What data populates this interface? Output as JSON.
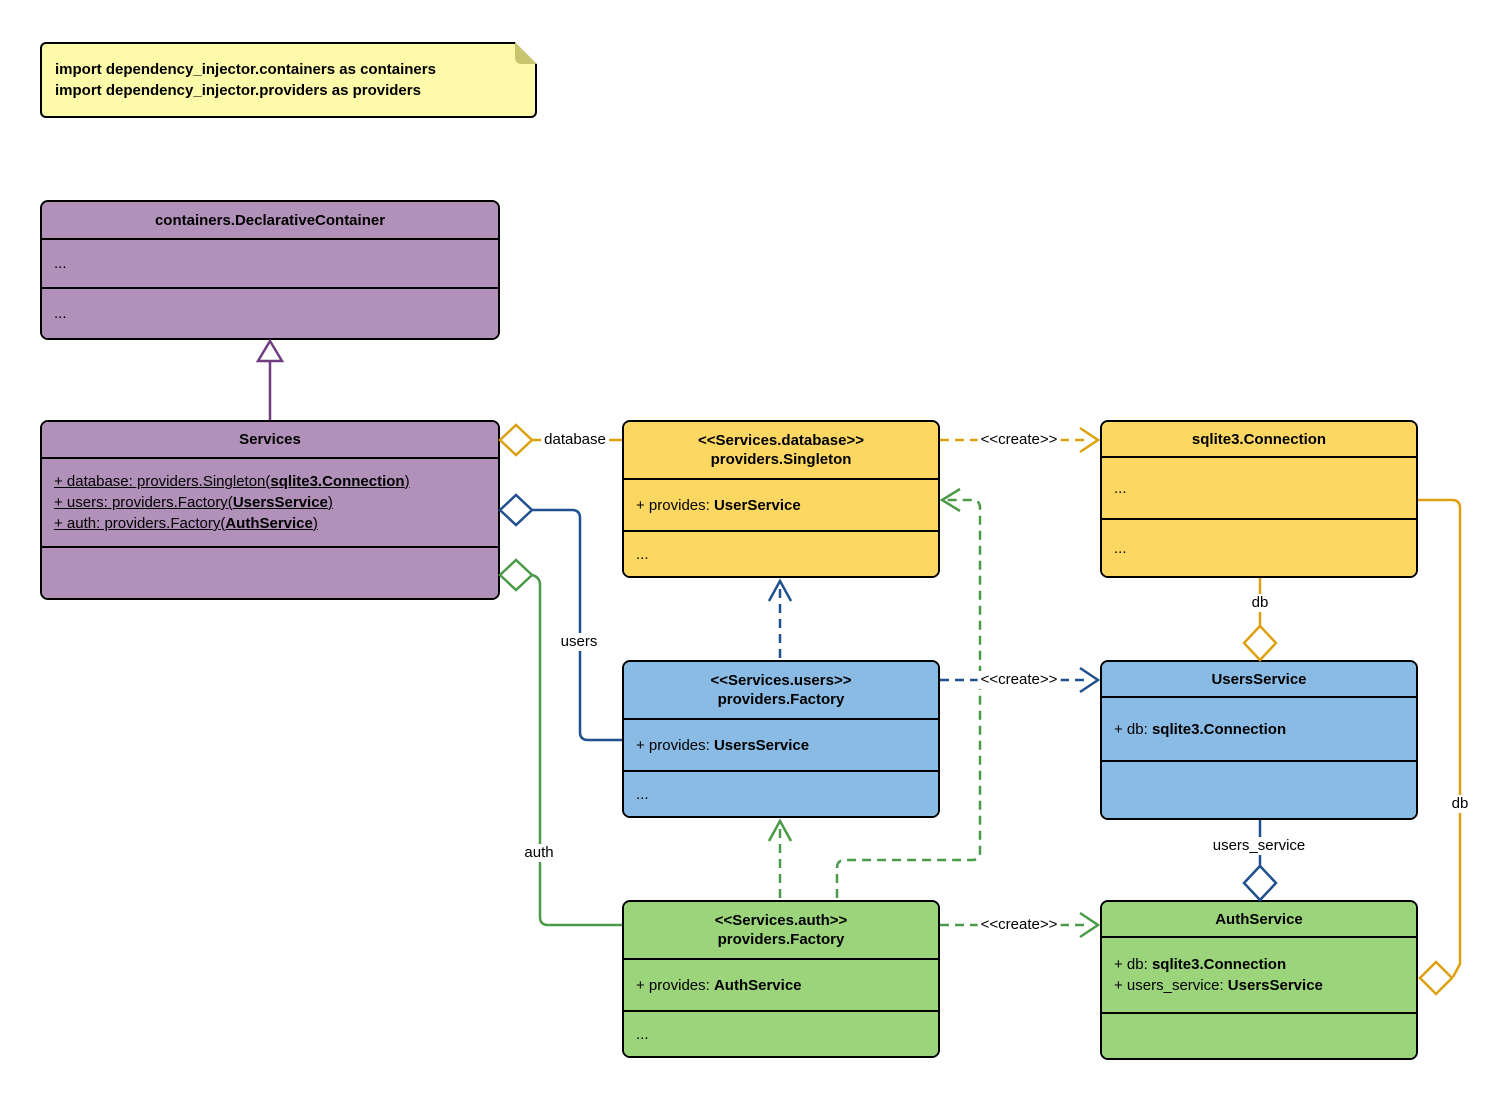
{
  "note": {
    "lines": [
      "import dependency_injector.containers as containers",
      "import dependency_injector.providers as providers"
    ]
  },
  "classes": {
    "declarative_container": {
      "title": "containers.DeclarativeContainer",
      "section1": "...",
      "section2": "..."
    },
    "services": {
      "title": "Services",
      "attributes": [
        [
          {
            "text": "+ database: providers.Singleton(",
            "bold": false
          },
          {
            "text": "sqlite3.Connection",
            "bold": true
          },
          {
            "text": ")",
            "bold": false
          }
        ],
        [
          {
            "text": "+ users: providers.Factory(",
            "bold": false
          },
          {
            "text": "UsersService",
            "bold": true
          },
          {
            "text": ")",
            "bold": false
          }
        ],
        [
          {
            "text": "+ auth: providers.Factory(",
            "bold": false
          },
          {
            "text": "AuthService",
            "bold": true
          },
          {
            "text": ")",
            "bold": false
          }
        ]
      ]
    },
    "singleton": {
      "stereotype": "<<Services.database>>",
      "name": "providers.Singleton",
      "attributes": [
        [
          {
            "text": "+ provides: ",
            "bold": false
          },
          {
            "text": "UserService",
            "bold": true
          }
        ]
      ],
      "section2": "..."
    },
    "connection": {
      "title": "sqlite3.Connection",
      "section1": "...",
      "section2": "..."
    },
    "users_factory": {
      "stereotype": "<<Services.users>>",
      "name": "providers.Factory",
      "attributes": [
        [
          {
            "text": "+ provides: ",
            "bold": false
          },
          {
            "text": "UsersService",
            "bold": true
          }
        ]
      ],
      "section2": "..."
    },
    "users_service": {
      "title": "UsersService",
      "attributes": [
        [
          {
            "text": "+ db: ",
            "bold": false
          },
          {
            "text": "sqlite3.Connection",
            "bold": true
          }
        ]
      ]
    },
    "auth_factory": {
      "stereotype": "<<Services.auth>>",
      "name": "providers.Factory",
      "attributes": [
        [
          {
            "text": "+ provides: ",
            "bold": false
          },
          {
            "text": "AuthService",
            "bold": true
          }
        ]
      ],
      "section2": "..."
    },
    "auth_service": {
      "title": "AuthService",
      "attributes": [
        [
          {
            "text": "+ db: ",
            "bold": false
          },
          {
            "text": "sqlite3.Connection",
            "bold": true
          }
        ],
        [
          {
            "text": "+ users_service: ",
            "bold": false
          },
          {
            "text": "UsersService",
            "bold": true
          }
        ]
      ]
    }
  },
  "edges": {
    "database_label": "database",
    "users_label": "users",
    "auth_label": "auth",
    "create_label_database": "<<create>>",
    "create_label_users": "<<create>>",
    "create_label_auth": "<<create>>",
    "db_label_connection_usersservice": "db",
    "db_label_connection_authservice": "db",
    "users_service_label": "users_service"
  },
  "colors": {
    "purple_fill": "#b191b9",
    "purple_line": "#703e80",
    "yellow_fill": "#fcd862",
    "yellow_line": "#dda10f",
    "blue_fill": "#89bbe5",
    "blue_line": "#20508e",
    "green_fill": "#9bd47b",
    "green_line": "#4a9a4a",
    "note_fill": "#fdfba9"
  }
}
